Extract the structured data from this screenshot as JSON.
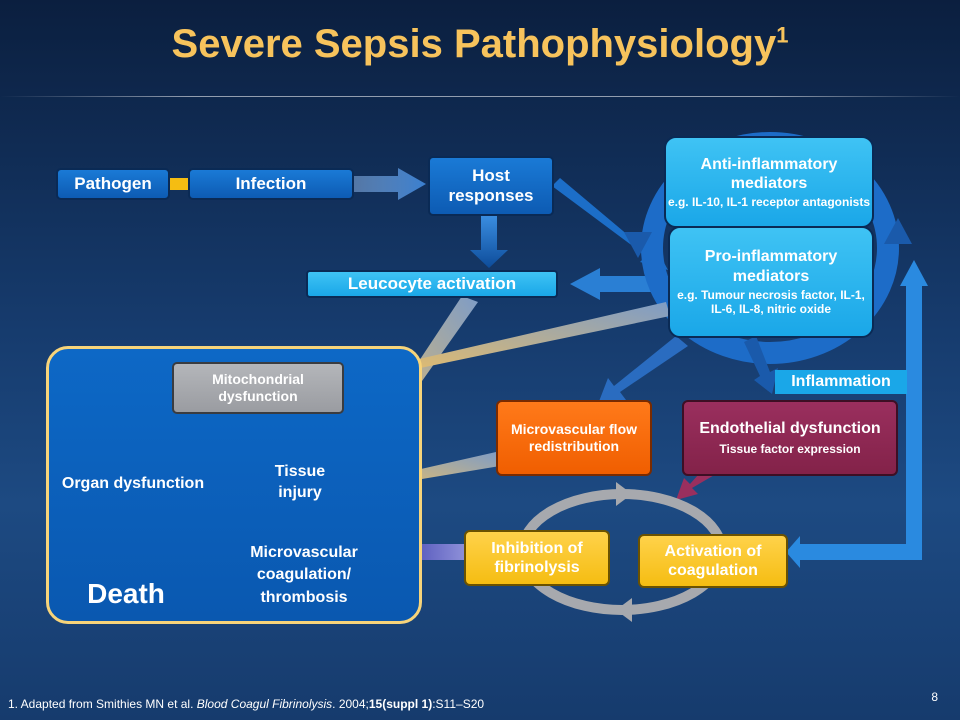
{
  "title": {
    "text": "Severe Sepsis Pathophysiology",
    "superscript": "1"
  },
  "boxes": {
    "pathogen": "Pathogen",
    "infection": "Infection",
    "host_responses": "Host responses",
    "leucocyte_activation": "Leucocyte activation",
    "anti_inflammatory": {
      "title": "Anti-inflammatory mediators",
      "detail": "e.g. IL-10, IL-1 receptor antagonists"
    },
    "pro_inflammatory": {
      "title": "Pro-inflammatory mediators",
      "detail": "e.g. Tumour necrosis factor, IL-1, IL-6, IL-8, nitric oxide"
    },
    "inflammation": "Inflammation",
    "mitochondrial_dysfunction": "Mitochondrial dysfunction",
    "microvascular_flow": "Microvascular flow redistribution",
    "endothelial_dysfunction": {
      "title": "Endothelial dysfunction",
      "detail": "Tissue factor expression"
    },
    "inhibition_fibrinolysis": "Inhibition of fibrinolysis",
    "activation_coagulation": "Activation of coagulation"
  },
  "panel": {
    "organ_dysfunction": "Organ dysfunction",
    "tissue_injury": "Tissue injury",
    "microvascular_coagulation": "Microvascular coagulation/ thrombosis",
    "death": "Death"
  },
  "footnote": {
    "prefix": "1. Adapted from Smithies MN et al. ",
    "journal": "Blood Coagul Fibrinolysis",
    "year": ". 2004;",
    "volume": "15(suppl 1)",
    "pages": ":S11–S20"
  },
  "page_number": "8",
  "colors": {
    "title": "#f7c35c",
    "blue_box": "#0d5bb3",
    "cyan_box": "#1aa7e8",
    "orange_box": "#f05e00",
    "maroon_box": "#832249",
    "yellow_box": "#f5bd12",
    "panel_border": "#f7d47a"
  }
}
